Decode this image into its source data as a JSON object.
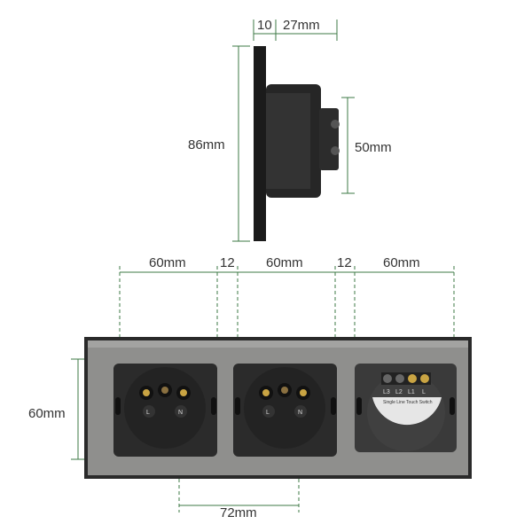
{
  "side_view": {
    "thickness_front": "10",
    "depth_back": "27mm",
    "height": "86mm",
    "body_height": "50mm"
  },
  "front_view": {
    "widths": [
      "60mm",
      "12",
      "60mm",
      "12",
      "60mm"
    ],
    "module_height": "60mm",
    "socket_spacing": "72mm",
    "sockets": [
      {
        "left": "L",
        "right": "N"
      },
      {
        "left": "L",
        "right": "N"
      }
    ],
    "switch": {
      "terminals": [
        "L3",
        "L2",
        "L1",
        "L"
      ],
      "label": "Single Line Touch Switch"
    }
  },
  "colors": {
    "dimension_line": "#3d7a45",
    "plate": "#1b1b1b",
    "panel": "#8f8f8d"
  }
}
